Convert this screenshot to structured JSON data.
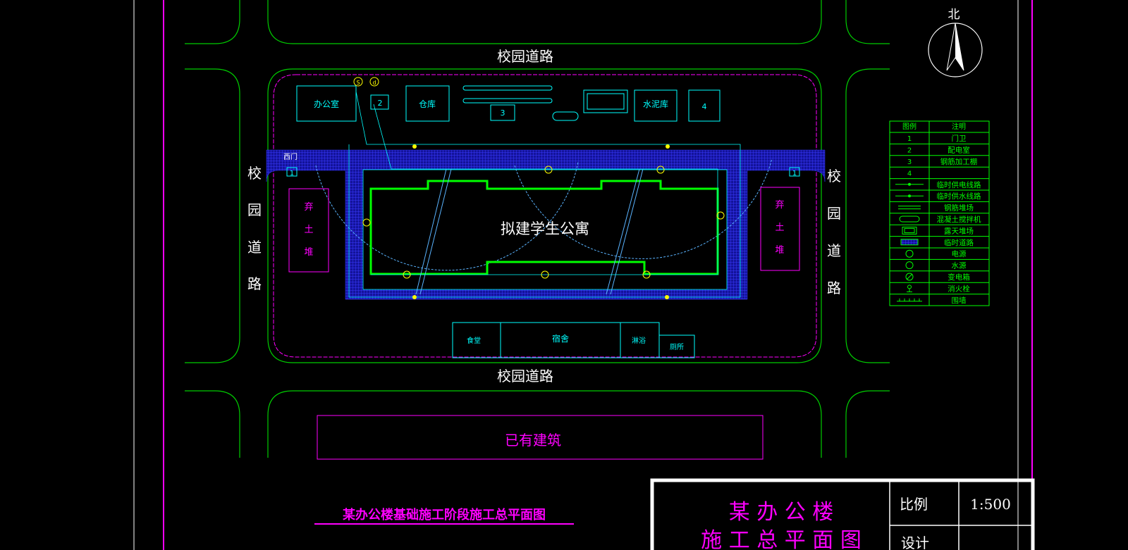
{
  "roads": {
    "top": "校园道路",
    "bottom": "校园道路",
    "left": [
      "校",
      "园",
      "道",
      "路"
    ],
    "right": [
      "校",
      "园",
      "道",
      "路"
    ]
  },
  "compass": {
    "north": "北"
  },
  "site": {
    "main_building": "拟建学生公寓",
    "west_gate": "西门",
    "gate_left": "1",
    "gate_right": "1",
    "spoil_left": [
      "弃",
      "土",
      "堆"
    ],
    "spoil_right": [
      "弃",
      "土",
      "堆"
    ],
    "facilities_top": {
      "office": "办公室",
      "power_room": "2",
      "warehouse": "仓库",
      "rebar_shed": "3",
      "cement_store": "水泥库",
      "item4": "4",
      "source_s": "S",
      "source_d": "d"
    },
    "facilities_bottom": {
      "canteen": "食堂",
      "dorm": "宿舍",
      "bath": "淋浴",
      "toilet": "厕所"
    },
    "existing_building": "已有建筑"
  },
  "legend": {
    "headers": [
      "图例",
      "注明"
    ],
    "rows": [
      {
        "sym": "1",
        "note": "门卫"
      },
      {
        "sym": "2",
        "note": "配电室"
      },
      {
        "sym": "3",
        "note": "钢筋加工棚"
      },
      {
        "sym": "4",
        "note": ""
      },
      {
        "sym": "line-d",
        "note": "临时供电线路"
      },
      {
        "sym": "line-s",
        "note": "临时供水线路"
      },
      {
        "sym": "double-line",
        "note": "钢筋堆场"
      },
      {
        "sym": "capsule",
        "note": "混凝土搅拌机"
      },
      {
        "sym": "rect",
        "note": "露天堆场"
      },
      {
        "sym": "hatch",
        "note": "临时道路"
      },
      {
        "sym": "circle-d",
        "note": "电源"
      },
      {
        "sym": "circle-s",
        "note": "水源"
      },
      {
        "sym": "transformer",
        "note": "变电箱"
      },
      {
        "sym": "hydrant",
        "note": "消火栓"
      },
      {
        "sym": "fence",
        "note": "围墙"
      }
    ]
  },
  "drawing_title": "某办公楼基础施工阶段施工总平面图",
  "title_block": {
    "line1": "某 办 公 楼",
    "line2": "施 工 总 平 面 图",
    "scale_label": "比例",
    "scale_value": "1:500",
    "design_label": "设计"
  },
  "colors": {
    "background": "#000000",
    "frame": "#ff00ff",
    "road": "#00ff00",
    "cyan": "#00ffff",
    "magenta": "#ff00ff",
    "white": "#ffffff",
    "yellow": "#ffff00",
    "building": "#00ff00",
    "temp_road": "#1a1aa8"
  }
}
